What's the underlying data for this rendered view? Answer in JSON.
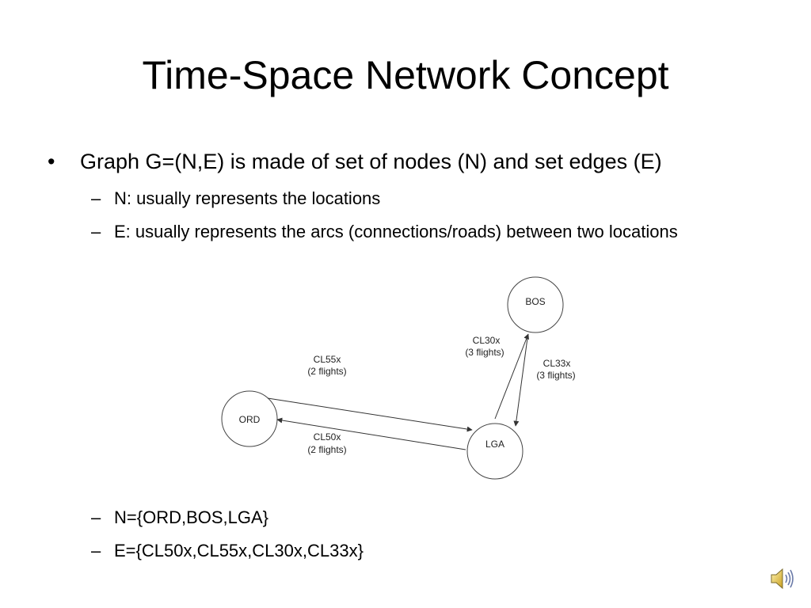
{
  "slide": {
    "title": "Time-Space Network Concept",
    "bullet_symbol": "•",
    "dash_symbol": "–",
    "bullet": "Graph G=(N,E) is made of set of nodes (N) and set edges (E)",
    "sub_items": [
      "N: usually represents the locations",
      "E: usually represents the arcs (connections/roads) between two locations",
      "N={ORD,BOS,LGA}",
      "E={CL50x,CL55x,CL30x,CL33x}"
    ]
  },
  "diagram": {
    "nodes": {
      "ord": "ORD",
      "bos": "BOS",
      "lga": "LGA"
    },
    "edges": {
      "cl55x": {
        "name": "CL55x",
        "flights": "(2 flights)"
      },
      "cl50x": {
        "name": "CL50x",
        "flights": "(2 flights)"
      },
      "cl30x": {
        "name": "CL30x",
        "flights": "(3 flights)"
      },
      "cl33x": {
        "name": "CL33x",
        "flights": "(3 flights)"
      }
    }
  },
  "icons": {
    "audio": "speaker-icon"
  },
  "colors": {
    "diagram_stroke": "#333333",
    "icon_yellow": "#e8c23a"
  }
}
